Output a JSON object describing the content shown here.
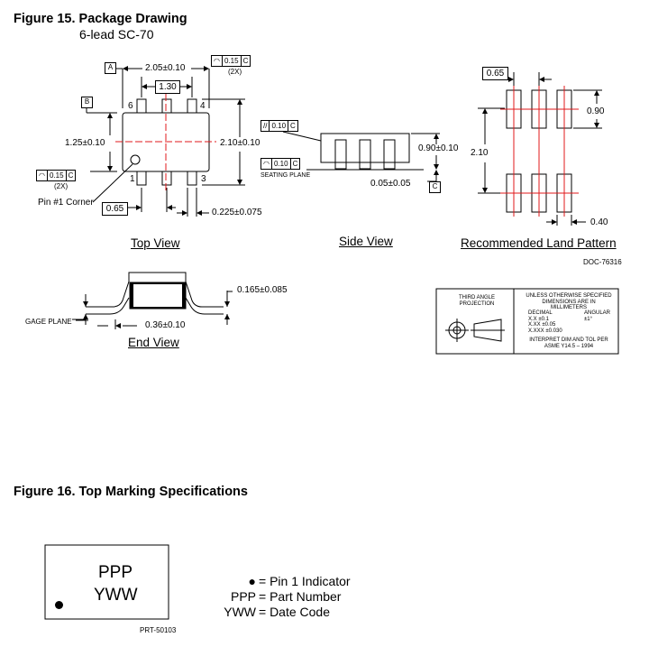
{
  "figure15": {
    "title": "Figure 15.  Package Drawing",
    "subtitle": "6-lead SC-70",
    "captions": {
      "top_view": "Top View",
      "side_view": "Side View",
      "land_pattern": "Recommended Land Pattern",
      "end_view": "End View"
    },
    "doc_number": "DOC-76316",
    "datums": {
      "a": "A",
      "b": "B",
      "c": "C"
    },
    "top_view": {
      "width_dim": "2.05±0.10",
      "pitch_dim": "1.30",
      "height_dim": "1.25±0.10",
      "length_dim": "2.10±0.10",
      "lead_pitch": "0.65",
      "lead_width": "0.225±0.075",
      "pin_labels": [
        "6",
        "4",
        "1",
        "3"
      ],
      "pin1_label": "Pin #1 Corner",
      "tol_top": {
        "value": "0.15",
        "datum": "C",
        "note": "(2X)"
      },
      "tol_left": {
        "value": "0.15",
        "datum": "C",
        "note": "(2X)"
      }
    },
    "side_view": {
      "parallel_tol": {
        "value": "0.10",
        "datum": "C"
      },
      "flat_tol": {
        "value": "0.10",
        "datum": "C"
      },
      "seating_plane": "SEATING PLANE",
      "height_dim": "0.90±0.10",
      "standoff_dim": "0.05±0.05"
    },
    "land_pattern": {
      "pitch": "0.65",
      "pad_length": "0.90",
      "span": "2.10",
      "pad_width": "0.40"
    },
    "end_view": {
      "thickness": "0.165±0.085",
      "foot": "0.36±0.10",
      "gage_plane": "GAGE  PLANE"
    },
    "title_block": {
      "projection": [
        "THIRD ANGLE",
        "PROJECTION"
      ],
      "units": [
        "UNLESS  OTHERWISE  SPECIFIED",
        "DIMENSIONS  ARE  IN  MILLIMETERS"
      ],
      "decimal": [
        "DECIMAL",
        "X.X  ±0.1",
        "X.XX  ±0.05",
        "X.XXX  ±0.030"
      ],
      "angular": [
        "ANGULAR",
        "±1°"
      ],
      "interpret": [
        "INTERPRET  DIM  AND  TOL  PER",
        "ASME  Y14.5  –  1994"
      ]
    }
  },
  "figure16": {
    "title": "Figure 16. Top Marking Specifications",
    "marking_lines": [
      "PPP",
      "YWW"
    ],
    "legend": [
      {
        "key": "●",
        "text": "= Pin 1 Indicator"
      },
      {
        "key": "PPP",
        "text": "= Part Number"
      },
      {
        "key": "YWW",
        "text": "= Date Code"
      }
    ],
    "doc_number": "PRT-50103"
  },
  "colors": {
    "centerline": "#e0191b",
    "line": "#000000"
  }
}
